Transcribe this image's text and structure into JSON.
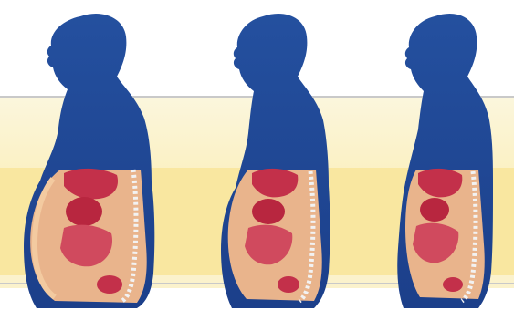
{
  "image": {
    "figures": [
      {
        "name": "obese-silhouette",
        "body_color": "#21489a"
      },
      {
        "name": "overweight-silhouette",
        "body_color": "#21489a"
      },
      {
        "name": "normal-silhouette",
        "body_color": "#21489a"
      }
    ],
    "colors": {
      "body": "#21489a",
      "tissue": "#e8b58c",
      "organ": "#c2324c",
      "band_light": "#fbf1c4",
      "band_mid": "#f9e7a0"
    }
  }
}
